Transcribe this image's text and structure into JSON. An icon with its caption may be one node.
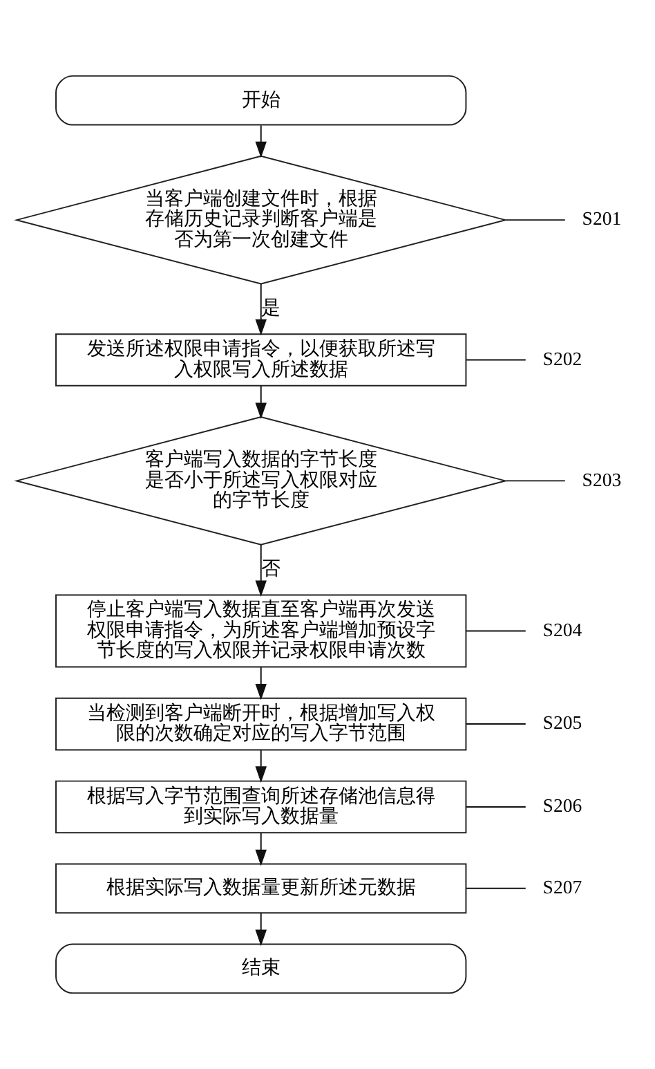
{
  "diagram": {
    "nodes": [
      {
        "text": [
          "开始"
        ]
      },
      {
        "text": [
          "当客户端创建文件时，根据存储历史记录判断客户端是否为第一次创建文件"
        ]
      },
      {
        "text": [
          "S201"
        ]
      },
      {
        "text": [
          "发送所述权限申请指令，以便获取所述写入权限写入所述数据"
        ]
      },
      {
        "text": [
          "S202"
        ]
      },
      {
        "text": [
          "客户端写入数据的字节长度是否小于所述写入权限对应的字节长度"
        ]
      },
      {
        "text": [
          "S203"
        ]
      },
      {
        "text": [
          "停止客户端写入数据直至客户端再次发送权限申请指令，为所述客户端增加预设字节长度的写入权限并记录权限申请次数"
        ]
      },
      {
        "text": [
          "S204"
        ]
      },
      {
        "text": [
          "当检测到客户端断开时，根据增加写入权限的次数确定对应的写入字节范围"
        ]
      },
      {
        "text": [
          "S205"
        ]
      },
      {
        "text": [
          "根据写入字节范围查询所述存储池信息得到实际写入数据量"
        ]
      },
      {
        "text": [
          "S206"
        ]
      },
      {
        "text": [
          "根据实际写入数据量更新所述元数据"
        ]
      },
      {
        "text": [
          "S207"
        ]
      },
      {
        "text": [
          "结束"
        ]
      }
    ],
    "edges": [
      {
        "from": 0,
        "to": 1,
        "arrow": "to"
      },
      {
        "from": 1,
        "to": 3,
        "arrow": "to",
        "label": "是"
      },
      {
        "from": 3,
        "to": 5,
        "arrow": "to"
      },
      {
        "from": 5,
        "to": 7,
        "arrow": "to",
        "label": "否"
      },
      {
        "from": 7,
        "to": 9,
        "arrow": "to"
      },
      {
        "from": 9,
        "to": 11,
        "arrow": "to"
      },
      {
        "from": 11,
        "to": 13,
        "arrow": "to"
      },
      {
        "from": 13,
        "to": 15,
        "arrow": "to"
      },
      {
        "from": 2,
        "to": 1,
        "arrow": "none"
      },
      {
        "from": 4,
        "to": 3,
        "arrow": "none"
      },
      {
        "from": 6,
        "to": 5,
        "arrow": "none"
      },
      {
        "from": 8,
        "to": 7,
        "arrow": "none"
      },
      {
        "from": 10,
        "to": 9,
        "arrow": "none"
      },
      {
        "from": 12,
        "to": 11,
        "arrow": "none"
      },
      {
        "from": 14,
        "to": 13,
        "arrow": "none"
      }
    ]
  }
}
